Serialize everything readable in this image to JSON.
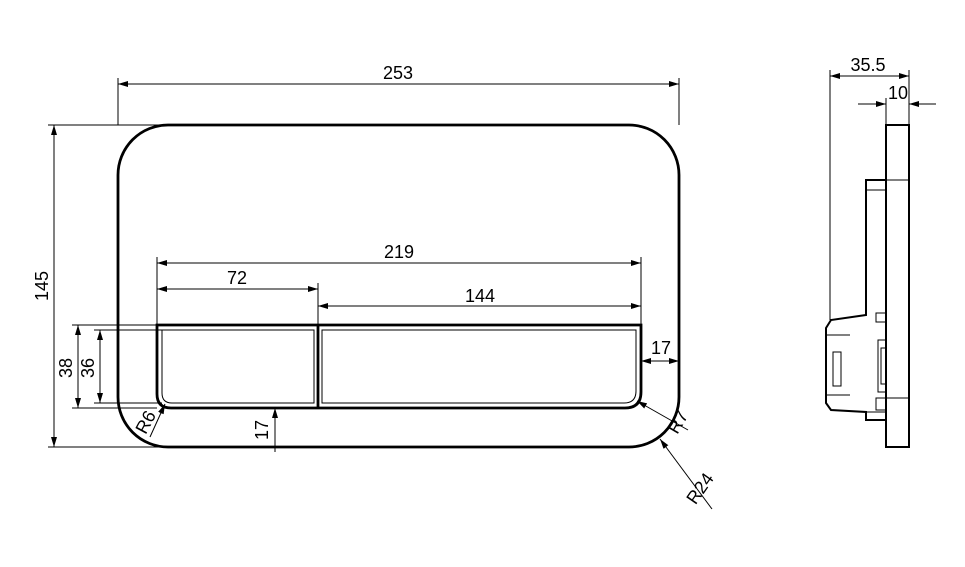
{
  "drawing": {
    "front_view": {
      "overall_width": "253",
      "overall_height": "145",
      "buttons_width": "219",
      "small_button_width": "72",
      "large_button_width": "144",
      "button_outer_height": "38",
      "button_inner_height": "36",
      "bottom_offset": "17",
      "side_offset": "17",
      "radius_small_button": "R6",
      "radius_large_button": "R7",
      "radius_plate": "R24"
    },
    "side_view": {
      "total_depth": "35.5",
      "plate_thickness": "10"
    }
  }
}
